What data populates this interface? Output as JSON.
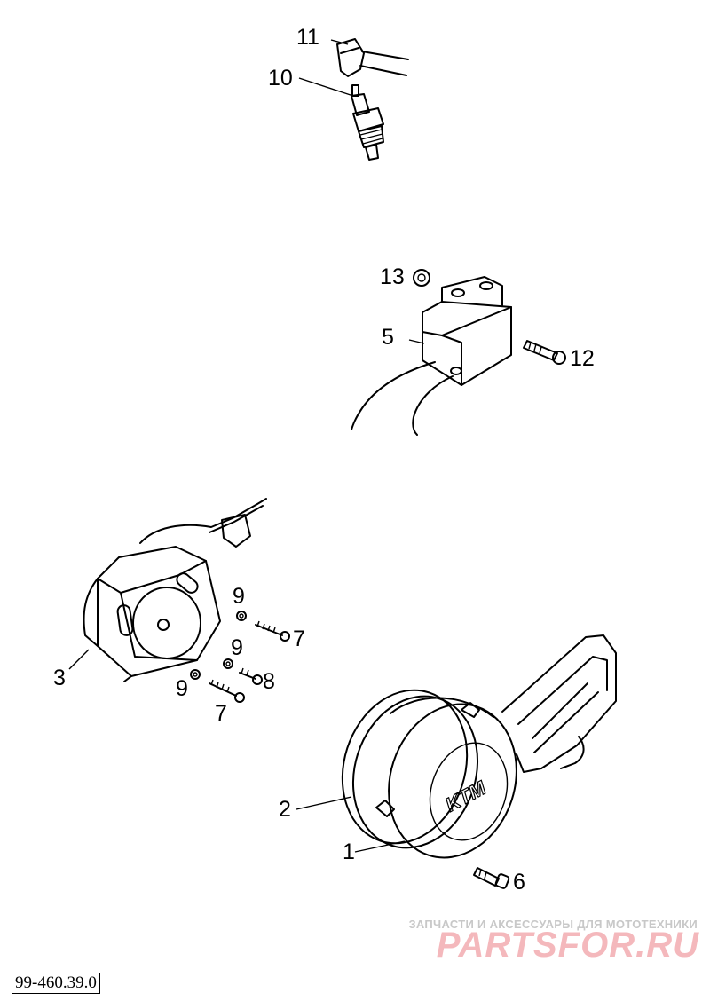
{
  "callouts": {
    "c1": "1",
    "c2": "2",
    "c3": "3",
    "c5": "5",
    "c6": "6",
    "c7a": "7",
    "c7b": "7",
    "c8": "8",
    "c9a": "9",
    "c9b": "9",
    "c9c": "9",
    "c10": "10",
    "c11": "11",
    "c12": "12",
    "c13": "13"
  },
  "cover_logo": "KTM",
  "reference": "99-460.39.0",
  "watermark": {
    "caption": "ЗАПЧАСТИ И АКСЕССУАРЫ ДЛЯ МОТОТЕХНИКИ",
    "logo": "PARTSFOR.RU",
    "logo_color": "#f4b8bc",
    "caption_color": "#c8c8c8"
  }
}
